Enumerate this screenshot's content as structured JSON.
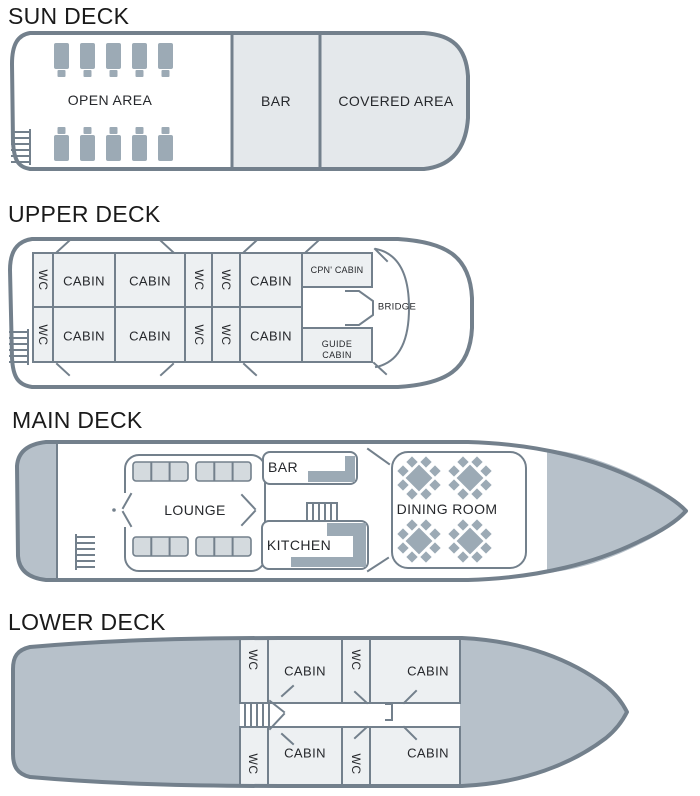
{
  "colors": {
    "background": "#ffffff",
    "stroke": "#73808c",
    "panel": "#e4e8eb",
    "cabin": "#edf0f2",
    "furniture": "#9caab5",
    "seat": "#d4dade",
    "hull_shade": "#b7c1ca",
    "title_text": "#1a1a1a",
    "label_text": "#26282c"
  },
  "decks": {
    "sun": {
      "title": "SUN DECK",
      "open_area": "OPEN AREA",
      "bar": "BAR",
      "covered_area": "COVERED AREA"
    },
    "upper": {
      "title": "UPPER DECK",
      "wc": "WC",
      "cabin": "CABIN",
      "captain_cabin": "CPN' CABIN",
      "guide_cabin": "GUIDE CABIN",
      "bridge": "BRIDGE"
    },
    "main": {
      "title": "MAIN DECK",
      "bar": "BAR",
      "lounge": "LOUNGE",
      "kitchen": "KITCHEN",
      "dining_room": "DINING ROOM"
    },
    "lower": {
      "title": "LOWER DECK",
      "wc": "WC",
      "cabin": "CABIN"
    }
  }
}
